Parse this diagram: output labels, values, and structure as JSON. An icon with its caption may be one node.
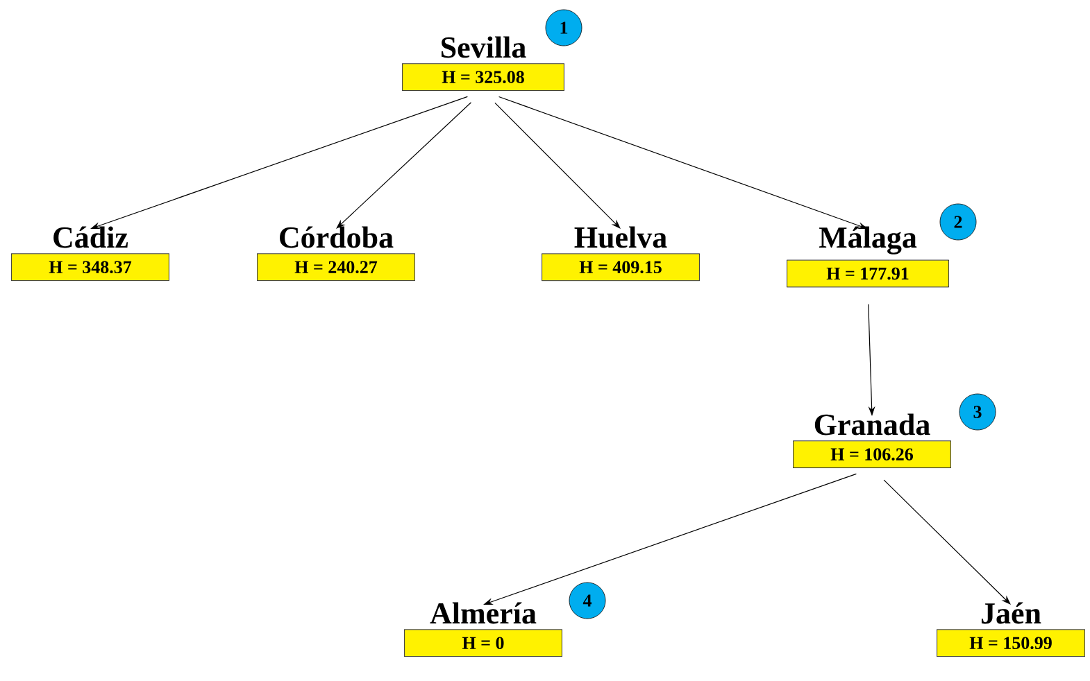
{
  "diagram": {
    "nodes": [
      {
        "text": [
          "Sevilla",
          "H = 325.08"
        ],
        "beside": [
          "1"
        ]
      },
      {
        "text": [
          "Cádiz",
          "H = 348.37"
        ]
      },
      {
        "text": [
          "Córdoba",
          "H = 240.27"
        ]
      },
      {
        "text": [
          "Huelva",
          "H = 409.15"
        ]
      },
      {
        "text": [
          "Málaga",
          "H = 177.91"
        ],
        "beside": [
          "2"
        ]
      },
      {
        "text": [
          "Granada",
          "H = 106.26"
        ],
        "beside": [
          "3"
        ]
      },
      {
        "text": [
          "Almería",
          "H = 0"
        ],
        "beside": [
          "4"
        ]
      },
      {
        "text": [
          "Jaén",
          "H = 150.99"
        ]
      }
    ],
    "edges": [
      {
        "from": 0,
        "to": 1,
        "arrow": "to"
      },
      {
        "from": 0,
        "to": 2,
        "arrow": "to"
      },
      {
        "from": 0,
        "to": 3,
        "arrow": "to"
      },
      {
        "from": 0,
        "to": 4,
        "arrow": "to"
      },
      {
        "from": 4,
        "to": 5,
        "arrow": "to"
      },
      {
        "from": 5,
        "to": 6,
        "arrow": "to"
      },
      {
        "from": 5,
        "to": 7,
        "arrow": "to"
      }
    ]
  }
}
